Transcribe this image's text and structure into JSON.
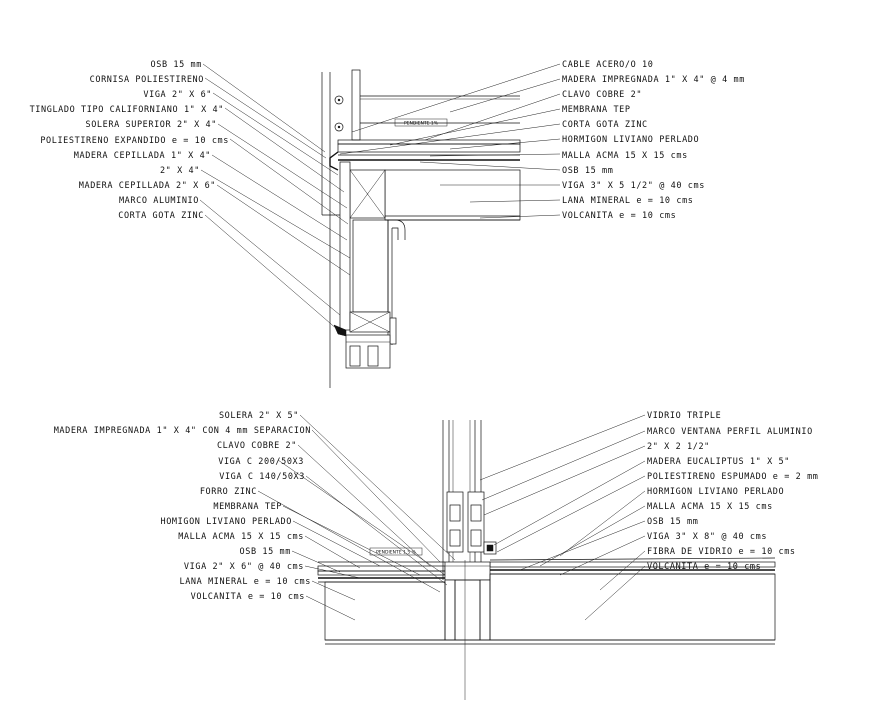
{
  "detail_top": {
    "left_labels": [
      "OSB 15 mm",
      "CORNISA POLIESTIRENO",
      "VIGA 2\" X 6\"",
      "TINGLADO TIPO CALIFORNIANO 1\" X 4\"",
      "SOLERA SUPERIOR 2\" X 4\"",
      "POLIESTIRENO EXPANDIDO e = 10 cms",
      "MADERA CEPILLADA 1\" X 4\"",
      "2\" X 4\"",
      "MADERA CEPILLADA 2\" X 6\"",
      "MARCO ALUMINIO",
      "CORTA GOTA ZINC"
    ],
    "right_labels": [
      "CABLE ACERO/O 10",
      "MADERA IMPREGNADA 1\" X 4\" @ 4 mm",
      "CLAVO COBRE 2\"",
      "MEMBRANA TEP",
      "CORTA GOTA ZINC",
      "HORMIGON LIVIANO PERLADO",
      "MALLA ACMA 15 X 15 cms",
      "OSB 15 mm",
      "VIGA 3\" X 5 1/2\" @ 40 cms",
      "LANA MINERAL e = 10 cms",
      "VOLCANITA e = 10 cms"
    ],
    "slope_tag": "PENDIENTE 1%"
  },
  "detail_bottom": {
    "left_labels": [
      "SOLERA 2\" X 5\"",
      "MADERA IMPREGNADA 1\" X 4\" CON 4 mm SEPARACION",
      "CLAVO COBRE 2\"",
      "VIGA C 200/50X3",
      "VIGA C 140/50X3",
      "FORRO ZINC",
      "MEMBRANA TEP",
      "HOMIGON LIVIANO PERLADO",
      "MALLA ACMA 15 X 15 cms",
      "OSB 15 mm",
      "VIGA 2\" X 6\" @ 40 cms",
      "LANA MINERAL e = 10 cms",
      "VOLCANITA e = 10 cms"
    ],
    "right_labels": [
      "VIDRIO TRIPLE",
      "MARCO VENTANA PERFIL ALUMINIO",
      "2\" X 2 1/2\"",
      "MADERA EUCALIPTUS 1\" X 5\"",
      "POLIESTIRENO ESPUMADO e = 2 mm",
      "HORMIGON LIVIANO PERLADO",
      "MALLA ACMA 15 X 15 cms",
      "OSB 15 mm",
      "VIGA 3\" X 8\" @ 40 cms",
      "FIBRA DE VIDRIO e = 10 cms",
      "VOLCANITA e = 10 cms"
    ],
    "slope_tag": "PENDIENTE 1.5 %"
  }
}
